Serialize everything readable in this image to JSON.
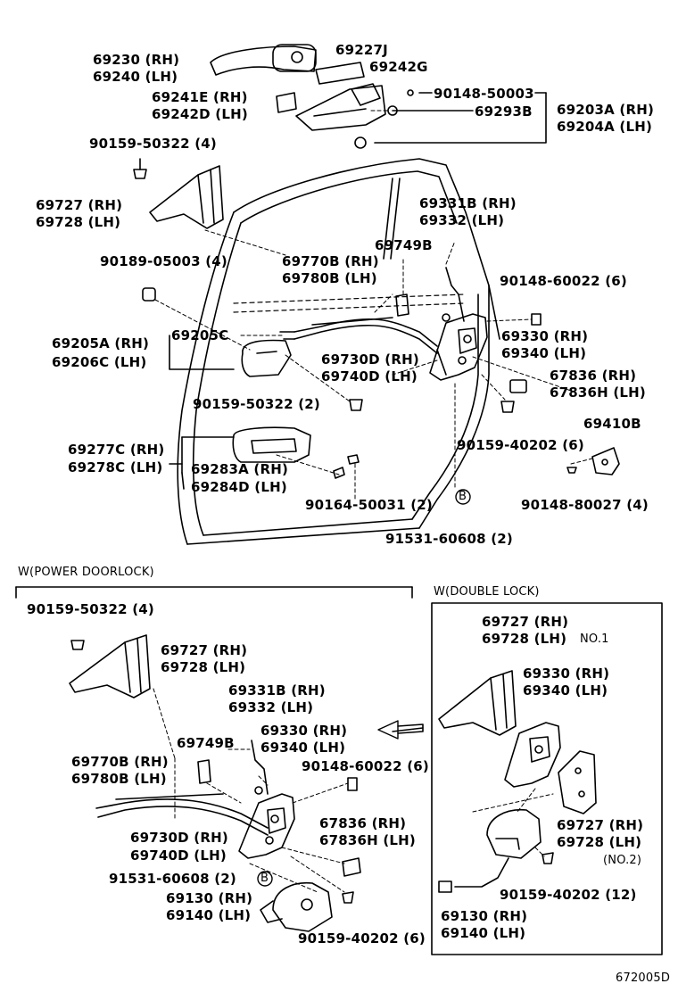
{
  "diagram_code": "672005D",
  "sections": {
    "power_doorlock": "W(POWER DOORLOCK)",
    "double_lock": "W(DOUBLE LOCK)"
  },
  "callout_letter": "B",
  "labels": {
    "p69230": "69230 (RH)",
    "p69240": "69240 (LH)",
    "p69227J": "69227J",
    "p69242G": "69242G",
    "p69241E": "69241E (RH)",
    "p69242D": "69242D (LH)",
    "p90148_50003": "90148-50003",
    "p69293B": "69293B",
    "p69203A": "69203A (RH)",
    "p69204A": "69204A (LH)",
    "p90159_50322_a": "90159-50322 (4)",
    "p69727_a": "69727 (RH)",
    "p69728_a": "69728 (LH)",
    "p69331B_a": "69331B (RH)",
    "p69332_a": "69332 (LH)",
    "p69749B_a": "69749B",
    "p90189": "90189-05003 (4)",
    "p69770B_a": "69770B (RH)",
    "p69780B_a": "69780B (LH)",
    "p90148_60022_a": "90148-60022 (6)",
    "p69205A": "69205A (RH)",
    "p69206C": "69206C (LH)",
    "p69205C": "69205C",
    "p69330_a": "69330 (RH)",
    "p69340_a": "69340 (LH)",
    "p69730D_a": "69730D (RH)",
    "p69740D_a": "69740D (LH)",
    "p67836_a": "67836 (RH)",
    "p67836H_a": "67836H (LH)",
    "p90159_50322_b": "90159-50322 (2)",
    "p69410B": "69410B",
    "p90159_40202_a": "90159-40202 (6)",
    "p69277C": "69277C (RH)",
    "p69278C": "69278C (LH)",
    "p69283A": "69283A (RH)",
    "p69284D": "69284D (LH)",
    "p90164": "90164-50031 (2)",
    "p90148_80027": "90148-80027 (4)",
    "p91531_a": "91531-60608 (2)",
    "p90159_50322_c": "90159-50322 (4)",
    "p69727_b": "69727 (RH)",
    "p69728_b": "69728 (LH)",
    "p69331B_b": "69331B (RH)",
    "p69332_b": "69332 (LH)",
    "p69330_b": "69330 (RH)",
    "p69340_b": "69340 (LH)",
    "p69749B_b": "69749B",
    "p69770B_b": "69770B (RH)",
    "p69780B_b": "69780B (LH)",
    "p90148_60022_b": "90148-60022 (6)",
    "p67836_b": "67836 (RH)",
    "p67836H_b": "67836H (LH)",
    "p69730D_b": "69730D (RH)",
    "p69740D_b": "69740D (LH)",
    "p91531_b": "91531-60608 (2)",
    "p69130_a": "69130 (RH)",
    "p69140_a": "69140 (LH)",
    "p90159_40202_b": "90159-40202 (6)",
    "p69727_c": "69727 (RH)",
    "p69728_c": "69728 (LH)",
    "no1": "NO.1",
    "p69330_c": "69330 (RH)",
    "p69340_c": "69340 (LH)",
    "p69727_d": "69727 (RH)",
    "p69728_d": "69728 (LH)",
    "no2": "(NO.2)",
    "p90159_40202_c": "90159-40202 (12)",
    "p69130_b": "69130 (RH)",
    "p69140_b": "69140 (LH)"
  }
}
